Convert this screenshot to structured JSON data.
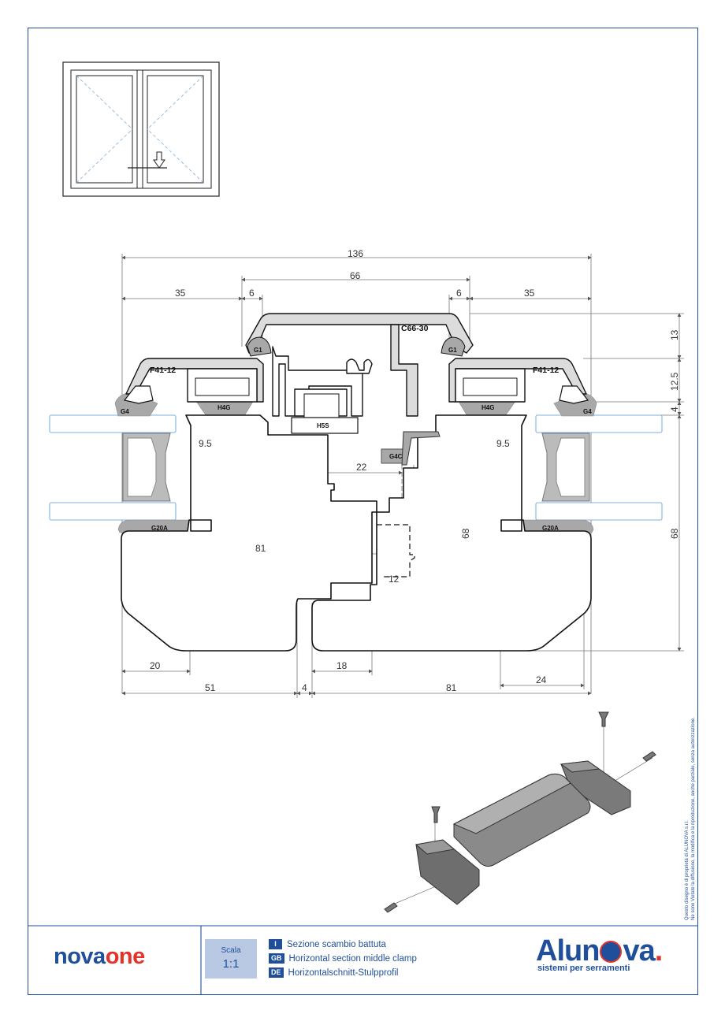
{
  "dimensions": {
    "overall_width": "136",
    "sash_span": "66",
    "left_35": "35",
    "left_6": "6",
    "right_6": "6",
    "right_35": "35",
    "h_13": "13",
    "h_12_5": "12.5",
    "h_4": "4",
    "h_68_right": "68",
    "h_68_center": "68",
    "left_9_5": "9.5",
    "right_9_5": "9.5",
    "d_22": "22",
    "d_81_upper": "81",
    "d_12": "12",
    "d_20": "20",
    "d_18": "18",
    "d_24": "24",
    "bottom_51": "51",
    "bottom_4": "4",
    "bottom_81": "81"
  },
  "profile_labels": {
    "c66": "C66-30",
    "f41_left": "F41-12",
    "f41_right": "F41-12",
    "g1_left": "G1",
    "g1_right": "G1",
    "g4_left": "G4",
    "g4_right": "G4",
    "h4g_left": "H4G",
    "h4g_right": "H4G",
    "h5s": "H5S",
    "g4c": "G4C",
    "g20a_left": "G20A",
    "g20a_right": "G20A"
  },
  "footer": {
    "brand_part1": "nova",
    "brand_part2": "one",
    "scale_label": "Scala",
    "scale_value": "1:1",
    "titles": [
      {
        "code": "I",
        "text": "Sezione scambio battuta"
      },
      {
        "code": "GB",
        "text": "Horizontal section middle clamp"
      },
      {
        "code": "DE",
        "text": "Horizontalschnitt-Stulpprofil"
      }
    ],
    "logo_word_1": "Alun",
    "logo_word_2": "va",
    "logo_dot": ".",
    "logo_tagline": "sistemi per serramenti"
  },
  "side_note": {
    "line1": "Questo disegno è di proprietà di ALUNOVA s.r.l.",
    "line2": "Ne sono Vietate la diffusione, la modifica e la riproduzione, anche parziale, senza autorizzazione."
  },
  "colors": {
    "brand_blue": "#1f4f9b",
    "brand_red": "#e4322b",
    "glass_blue": "#9ec4e6",
    "gasket_gray": "#a8a8a8"
  }
}
